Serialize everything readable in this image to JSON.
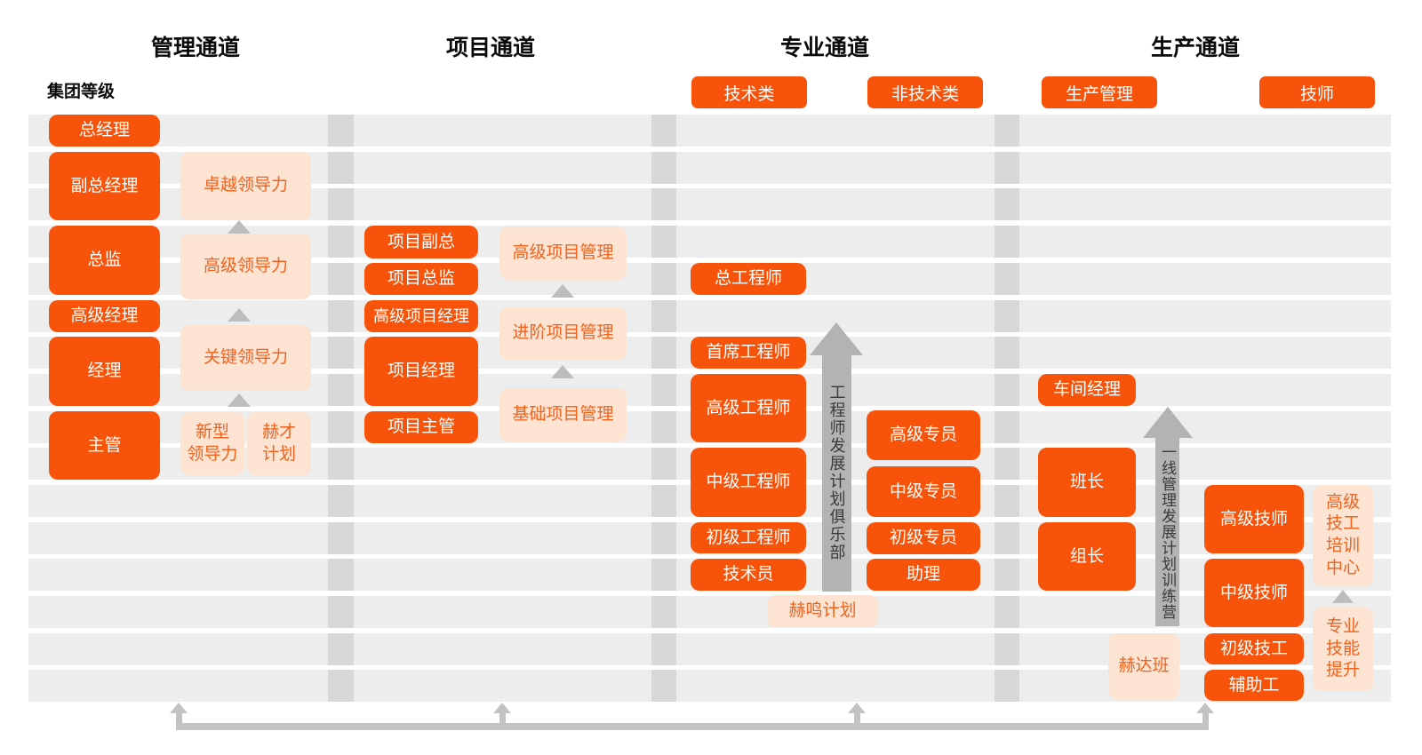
{
  "group_level_label": "集团等级",
  "channel_titles": {
    "management": "管理通道",
    "project": "项目通道",
    "professional": "专业通道",
    "production": "生产通道"
  },
  "badges": {
    "technical": "技术类",
    "non_technical": "非技术类",
    "production_management": "生产管理",
    "technician": "技师"
  },
  "management": {
    "gm": "总经理",
    "deputy_gm": "副总经理",
    "director": "总监",
    "senior_manager": "高级经理",
    "manager": "经理",
    "supervisor": "主管",
    "excellent_leadership": "卓越领导力",
    "senior_leadership": "高级领导力",
    "key_leadership": "关键领导力",
    "new_leadership": "新型\n领导力",
    "hecai_plan": "赫才\n计划"
  },
  "project": {
    "vp": "项目副总",
    "director": "项目总监",
    "senior_pm": "高级项目经理",
    "pm": "项目经理",
    "supervisor": "项目主管",
    "advanced_pm_training": "高级项目管理",
    "intermediate_pm_training": "进阶项目管理",
    "basic_pm_training": "基础项目管理"
  },
  "professional": {
    "chief_engineer": "总工程师",
    "principal_engineer": "首席工程师",
    "senior_engineer": "高级工程师",
    "mid_engineer": "中级工程师",
    "junior_engineer": "初级工程师",
    "technician_staff": "技术员",
    "senior_specialist": "高级专员",
    "mid_specialist": "中级专员",
    "junior_specialist": "初级专员",
    "assistant": "助理",
    "engineer_club": "工程师发展计划俱乐部",
    "heming_plan": "赫鸣计划"
  },
  "production": {
    "workshop_manager": "车间经理",
    "shift_leader": "班长",
    "team_leader": "组长",
    "frontline_camp": "一线管理发展计划训练营",
    "heda_class": "赫达班",
    "senior_technician": "高级技师",
    "mid_technician": "中级技师",
    "junior_worker": "初级技工",
    "auxiliary_worker": "辅助工",
    "training_center": "高级\n技工\n培训\n中心",
    "skill_upgrade": "专业\n技能\n提升"
  },
  "colors": {
    "accent_orange": "#F8530A",
    "light_orange_bg": "#FCE3D2",
    "light_orange_text": "#F2621C",
    "stripe_gray": "#EDEDED",
    "divider_gray": "#D8D8D8",
    "big_arrow_gray": "#B3B3B3",
    "small_arrow_gray": "#BDBDBD",
    "connector_gray": "#C3C3C3"
  }
}
